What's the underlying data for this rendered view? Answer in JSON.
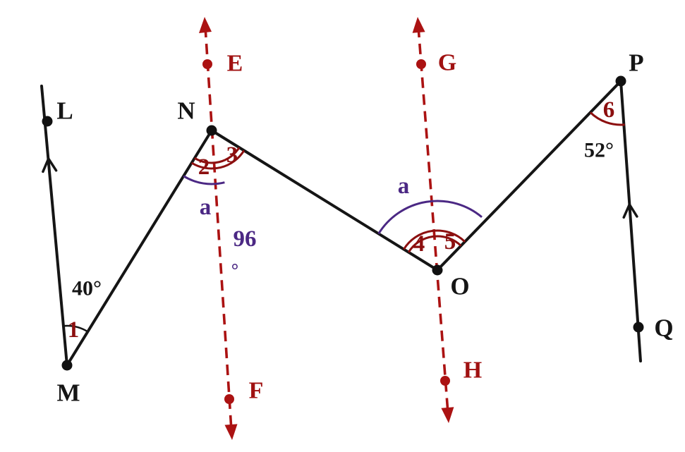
{
  "point_labels": {
    "L": "L",
    "M": "M",
    "N": "N",
    "O": "O",
    "P": "P",
    "Q": "Q",
    "E": "E",
    "F": "F",
    "G": "G",
    "H": "H"
  },
  "angle_numbers": {
    "a1": "1",
    "a2": "2",
    "a3": "3",
    "a4": "4",
    "a5": "5",
    "a6": "6"
  },
  "angle_measures": {
    "at_M": "40°",
    "at_P": "52°",
    "at_N": "96",
    "at_N_degree_symbol": "°"
  },
  "variable_labels": {
    "a_at_N": "a",
    "a_at_O": "a"
  },
  "colors": {
    "black_line": "#151515",
    "red_dashed": "#ab1212",
    "dark_red": "#8c0f0f",
    "purple": "#4b2884",
    "background": "#ffffff"
  }
}
